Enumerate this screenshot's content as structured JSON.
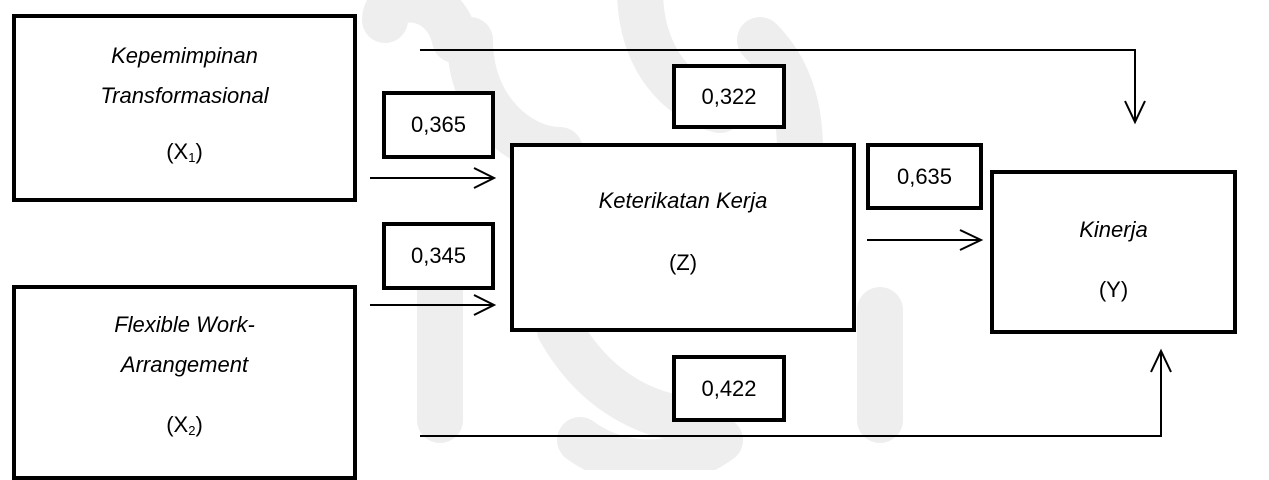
{
  "nodes": {
    "x1": {
      "name_line1": "Kepemimpinan",
      "name_line2": "Transformasional",
      "code": "X",
      "sub": "1"
    },
    "x2": {
      "name_line1": "Flexible Work-",
      "name_line2": "Arrangement",
      "code": "X",
      "sub": "2"
    },
    "z": {
      "name": "Keterikatan Kerja",
      "code": "(Z)"
    },
    "y": {
      "name": "Kinerja",
      "code": "(Y)"
    }
  },
  "coefficients": {
    "x1_to_z": "0,365",
    "x2_to_z": "0,345",
    "x1_to_y": "0,322",
    "x2_to_y": "0,422",
    "z_to_y": "0,635"
  },
  "colors": {
    "stroke": "#000000",
    "watermark": "#eeeeee"
  }
}
